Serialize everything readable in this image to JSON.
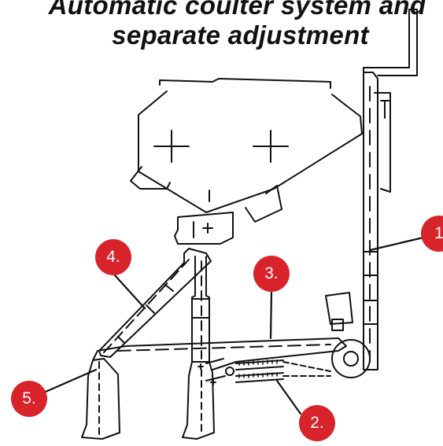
{
  "title": {
    "line1": "Automatic coulter system and",
    "line2": "separate adjustment"
  },
  "callouts": [
    "1",
    "2.",
    "3.",
    "4.",
    "5."
  ],
  "colors": {
    "callout": "#d8232a",
    "line": "#111111",
    "background": "#ffffff"
  }
}
